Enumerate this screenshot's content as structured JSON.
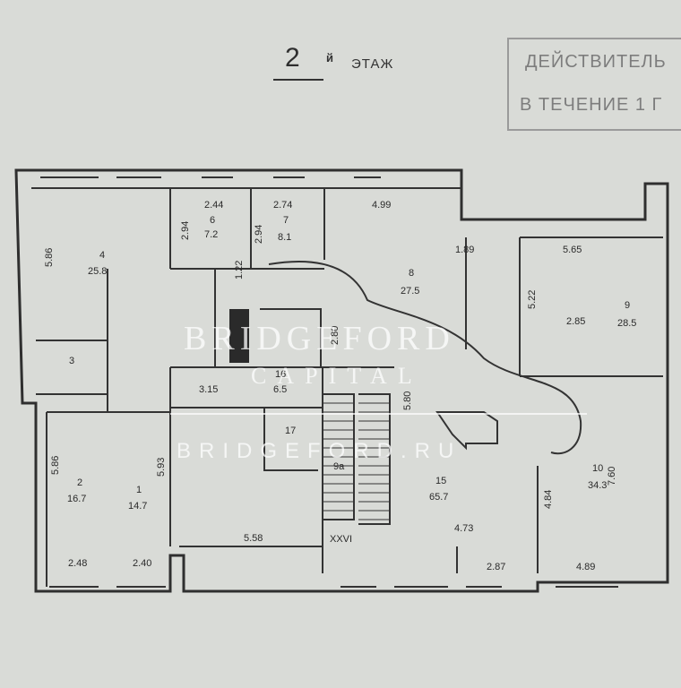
{
  "header": {
    "floor_number": "2",
    "floor_suffix": "й",
    "floor_word": "ЭТАЖ"
  },
  "stamp": {
    "line1": "ДЕЙСТВИТЕЛЬ",
    "line2": "В ТЕЧЕНИЕ 1 Г"
  },
  "watermark": {
    "brand": "BRIDGEFORD",
    "sub": "CAPITAL",
    "site": "BRIDGEFORD.RU"
  },
  "labels": {
    "dim_244": "2.44",
    "dim_274": "2.74",
    "dim_499": "4.99",
    "dim_294a": "2.94",
    "dim_294b": "2.94",
    "dim_586a": "5.86",
    "dim_565": "5.65",
    "dim_189": "1.89",
    "dim_122": "1.22",
    "dim_522": "5.22",
    "dim_285": "2.85",
    "dim_280": "2.80",
    "dim_580": "5.80",
    "dim_315": "3.15",
    "dim_586b": "5.86",
    "dim_593": "5.93",
    "dim_558": "5.58",
    "dim_473": "4.73",
    "dim_484": "4.84",
    "dim_760": "7.60",
    "dim_248": "2.48",
    "dim_240": "2.40",
    "dim_287": "2.87",
    "dim_489": "4.89",
    "r4_num": "4",
    "r4_area": "25.8",
    "r6_num": "6",
    "r6_area": "7.2",
    "r7_num": "7",
    "r7_area": "8.1",
    "r8_num": "8",
    "r8_area": "27.5",
    "r9_num": "9",
    "r9_area": "28.5",
    "r3_num": "3",
    "r16_num": "16",
    "r16_area": "6.5",
    "r17_num": "17",
    "r9a_num": "9a",
    "r2_num": "2",
    "r2_area": "16.7",
    "r1_num": "1",
    "r1_area": "14.7",
    "r15_num": "15",
    "r15_area": "65.7",
    "r10_num": "10",
    "r10_area": "34.3",
    "roman": "XXVI"
  }
}
